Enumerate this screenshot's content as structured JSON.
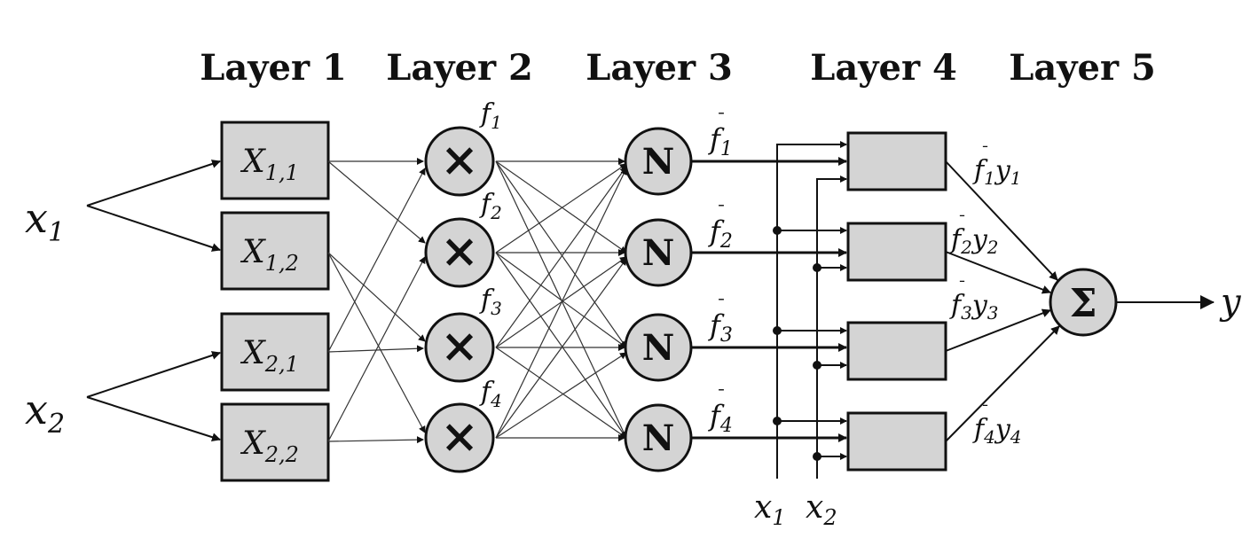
{
  "layers": [
    "Layer 1",
    "Layer 2",
    "Layer 3",
    "Layer 4",
    "Layer 5"
  ],
  "inputs": [
    {
      "base": "x",
      "sub": "1"
    },
    {
      "base": "x",
      "sub": "2"
    }
  ],
  "membership": [
    {
      "base": "X",
      "sub": "1,1"
    },
    {
      "base": "X",
      "sub": "1,2"
    },
    {
      "base": "X",
      "sub": "2,1"
    },
    {
      "base": "X",
      "sub": "2,2"
    }
  ],
  "product_symbol": "×",
  "product_labels": [
    {
      "base": "f",
      "sub": "1"
    },
    {
      "base": "f",
      "sub": "2"
    },
    {
      "base": "f",
      "sub": "3"
    },
    {
      "base": "f",
      "sub": "4"
    }
  ],
  "norm_symbol": "N",
  "norm_labels": [
    {
      "base": "f",
      "sub": "1",
      "bar": "ˉ"
    },
    {
      "base": "f",
      "sub": "2",
      "bar": "ˉ"
    },
    {
      "base": "f",
      "sub": "3",
      "bar": "ˉ"
    },
    {
      "base": "f",
      "sub": "4",
      "bar": "ˉ"
    }
  ],
  "rule_labels": [
    {
      "f": "f",
      "fsub": "1",
      "bar": "ˉ",
      "y": "y",
      "ysub": "1"
    },
    {
      "f": "f",
      "fsub": "2",
      "bar": "ˉ",
      "y": "y",
      "ysub": "2"
    },
    {
      "f": "f",
      "fsub": "3",
      "bar": "ˉ",
      "y": "y",
      "ysub": "3"
    },
    {
      "f": "f",
      "fsub": "4",
      "bar": "ˉ",
      "y": "y",
      "ysub": "4"
    }
  ],
  "bus_labels": [
    {
      "base": "x",
      "sub": "1"
    },
    {
      "base": "x",
      "sub": "2"
    }
  ],
  "sum_symbol": "Σ",
  "output": "y"
}
